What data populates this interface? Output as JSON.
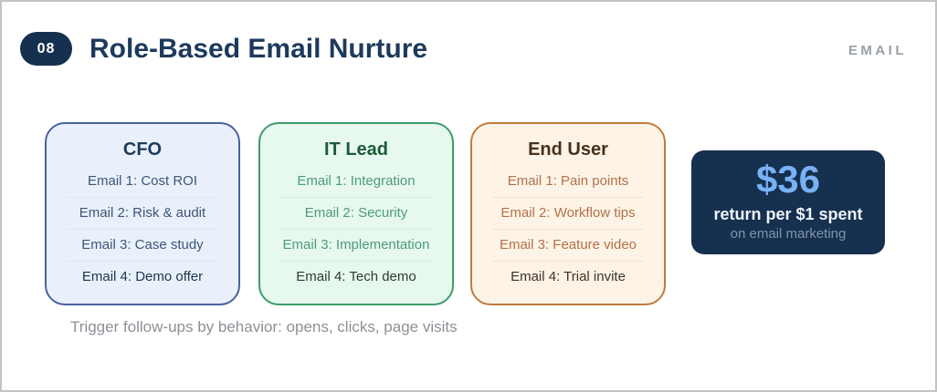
{
  "header": {
    "badge": "08",
    "title": "Role-Based Email Nurture",
    "tag": "EMAIL"
  },
  "cards": [
    {
      "title": "CFO",
      "items": [
        "Email 1: Cost ROI",
        "Email 2: Risk & audit",
        "Email 3: Case study",
        "Email 4: Demo offer"
      ]
    },
    {
      "title": "IT Lead",
      "items": [
        "Email 1: Integration",
        "Email 2: Security",
        "Email 3: Implementation",
        "Email 4: Tech demo"
      ]
    },
    {
      "title": "End User",
      "items": [
        "Email 1: Pain points",
        "Email 2: Workflow tips",
        "Email 3: Feature video",
        "Email 4: Trial invite"
      ]
    }
  ],
  "stat": {
    "value": "$36",
    "line1": "return per $1 spent",
    "line2": "on email marketing"
  },
  "footer": "Trigger follow-ups by behavior: opens, clicks, page visits",
  "colors": {
    "accent_navy": "#16304f",
    "title_text": "#1d3a5c",
    "cfo_border": "#47639e",
    "cfo_bg": "#eaf0fb",
    "it_border": "#3e9c6c",
    "it_bg": "#e7f8ef",
    "end_user_border": "#c07b3e",
    "end_user_bg": "#fdf3e6",
    "stat_value": "#79b1f4",
    "muted_gray": "#8c9097"
  }
}
